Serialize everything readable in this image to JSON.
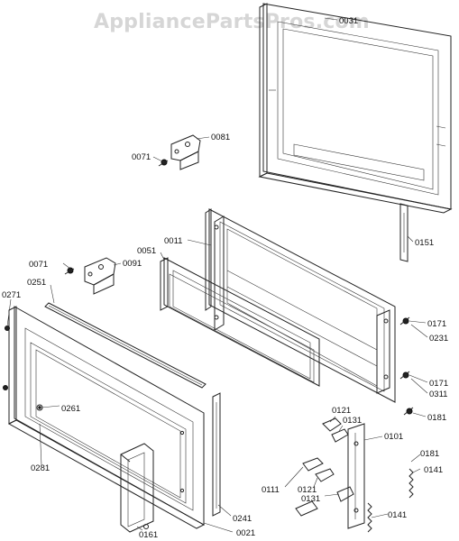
{
  "watermark": "AppliancePartsPros.com",
  "labels": {
    "p0031": "0031",
    "p0081": "0081",
    "p0071a": "0071",
    "p0151": "0151",
    "p0011": "0011",
    "p0051": "0051",
    "p0071b": "0071",
    "p0091": "0091",
    "p0251": "0251",
    "p0271": "0271",
    "p0171a": "0171",
    "p0231": "0231",
    "p0171b": "0171",
    "p0311": "0311",
    "p0261": "0261",
    "p0121a": "0121",
    "p0131a": "0131",
    "p0181a": "0181",
    "p0101": "0101",
    "p0181b": "0181",
    "p0141a": "0141",
    "p0281": "0281",
    "p0111": "0111",
    "p0121b": "0121",
    "p0131b": "0131",
    "p0241": "0241",
    "p0141b": "0141",
    "p0161": "0161",
    "p0021": "0021"
  }
}
